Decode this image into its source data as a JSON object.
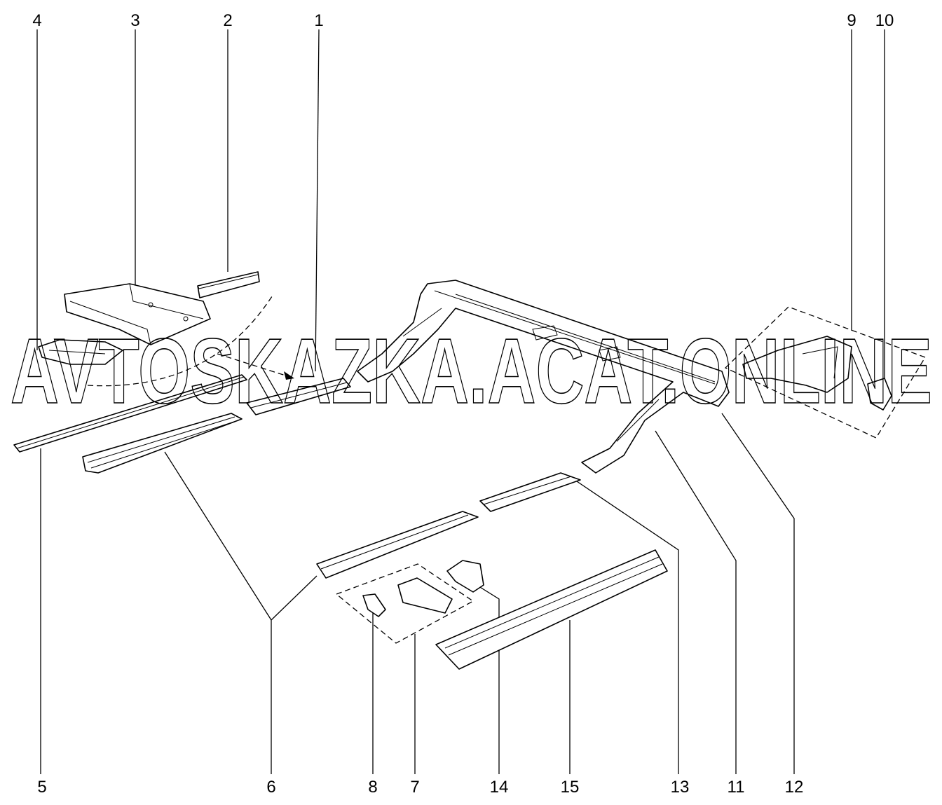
{
  "diagram": {
    "callouts": {
      "c1": "1",
      "c2": "2",
      "c3": "3",
      "c4": "4",
      "c5": "5",
      "c6": "6",
      "c7": "7",
      "c8": "8",
      "c9": "9",
      "c10": "10",
      "c11": "11",
      "c12": "12",
      "c13": "13",
      "c14": "14",
      "c15": "15"
    },
    "watermark": "AVTOSKAZKA.ACAT.ONLINE"
  }
}
